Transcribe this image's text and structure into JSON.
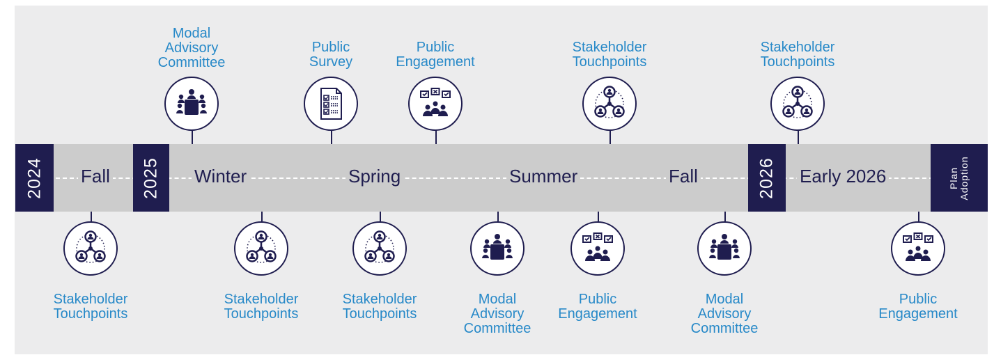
{
  "colors": {
    "navy": "#1f1d4f",
    "label_blue": "#2789c8",
    "band_gray": "#cccccc",
    "background": "#ececed"
  },
  "timeline": {
    "years": [
      "2024",
      "2025",
      "2026"
    ],
    "end_label": "Plan Adoption",
    "seasons": [
      "Fall",
      "Winter",
      "Spring",
      "Summer",
      "Fall",
      "Early 2026"
    ]
  },
  "events_top": [
    {
      "label": "Modal\nAdvisory\nCommittee",
      "icon": "committee-meeting-icon"
    },
    {
      "label": "Public\nSurvey",
      "icon": "survey-checklist-icon"
    },
    {
      "label": "Public\nEngagement",
      "icon": "public-engagement-icon"
    },
    {
      "label": "Stakeholder\nTouchpoints",
      "icon": "stakeholder-network-icon"
    },
    {
      "label": "Stakeholder\nTouchpoints",
      "icon": "stakeholder-network-icon"
    }
  ],
  "events_bottom": [
    {
      "label": "Stakeholder\nTouchpoints",
      "icon": "stakeholder-network-icon"
    },
    {
      "label": "Stakeholder\nTouchpoints",
      "icon": "stakeholder-network-icon"
    },
    {
      "label": "Stakeholder\nTouchpoints",
      "icon": "stakeholder-network-icon"
    },
    {
      "label": "Modal\nAdvisory\nCommittee",
      "icon": "committee-meeting-icon"
    },
    {
      "label": "Public\nEngagement",
      "icon": "public-engagement-icon"
    },
    {
      "label": "Modal\nAdvisory\nCommittee",
      "icon": "committee-meeting-icon"
    },
    {
      "label": "Public\nEngagement",
      "icon": "public-engagement-icon"
    }
  ]
}
